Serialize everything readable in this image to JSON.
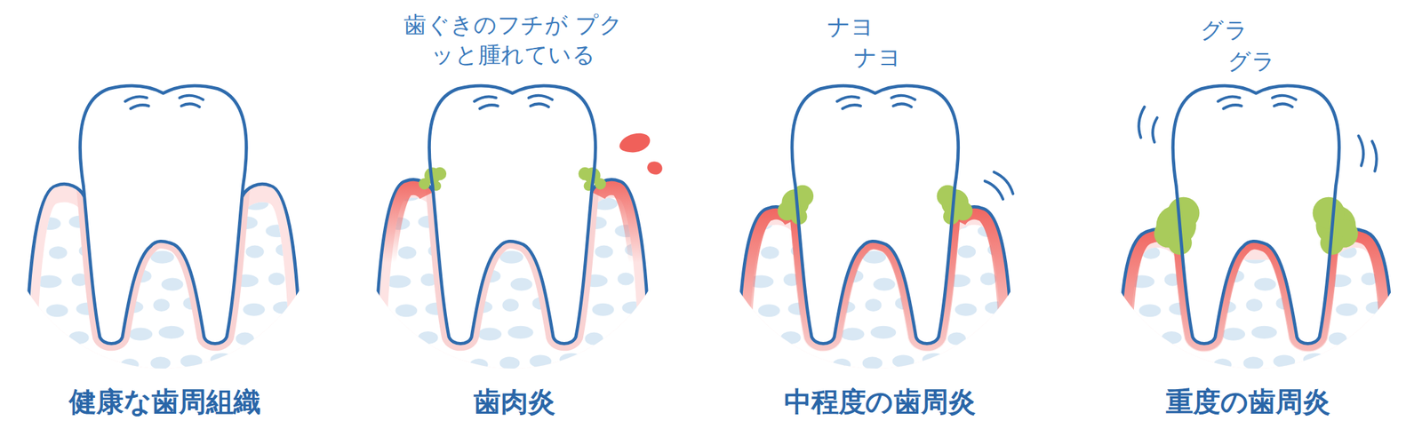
{
  "diagram": {
    "labels": [
      "歯ぐきのフチが プクッと腫れている",
      "ナヨ",
      "ナヨ",
      "グラ",
      "グラ",
      "健康な歯周組織",
      "歯肉炎",
      "中程度の歯周炎",
      "重度の歯周炎"
    ]
  }
}
